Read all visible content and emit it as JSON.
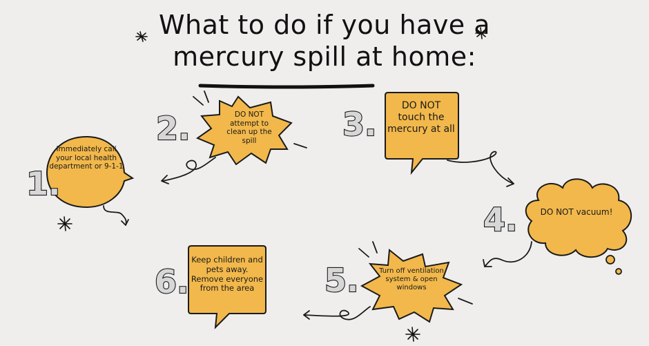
{
  "title": {
    "line1": "What to do if you have a",
    "line2": "mercury spill at home:"
  },
  "steps": [
    {
      "number": "1.",
      "text": "Immediately call your local health department or 9-1-1",
      "shape": "speech-circle"
    },
    {
      "number": "2.",
      "text": "DO NOT attempt to clean up the spill",
      "shape": "burst"
    },
    {
      "number": "3.",
      "text": "DO NOT touch the mercury at all",
      "shape": "speech-square"
    },
    {
      "number": "4.",
      "text": "DO NOT vacuum!",
      "shape": "thought-cloud"
    },
    {
      "number": "5.",
      "text": "Turn off ventilation system & open windows",
      "shape": "burst"
    },
    {
      "number": "6.",
      "text": "Keep children and pets away. Remove everyone from the area",
      "shape": "speech-square"
    }
  ],
  "colors": {
    "bubble_fill": "#f2b84b",
    "background": "#efeeed",
    "ink": "#1a1a1a",
    "number_fill": "#d7d7d7"
  }
}
